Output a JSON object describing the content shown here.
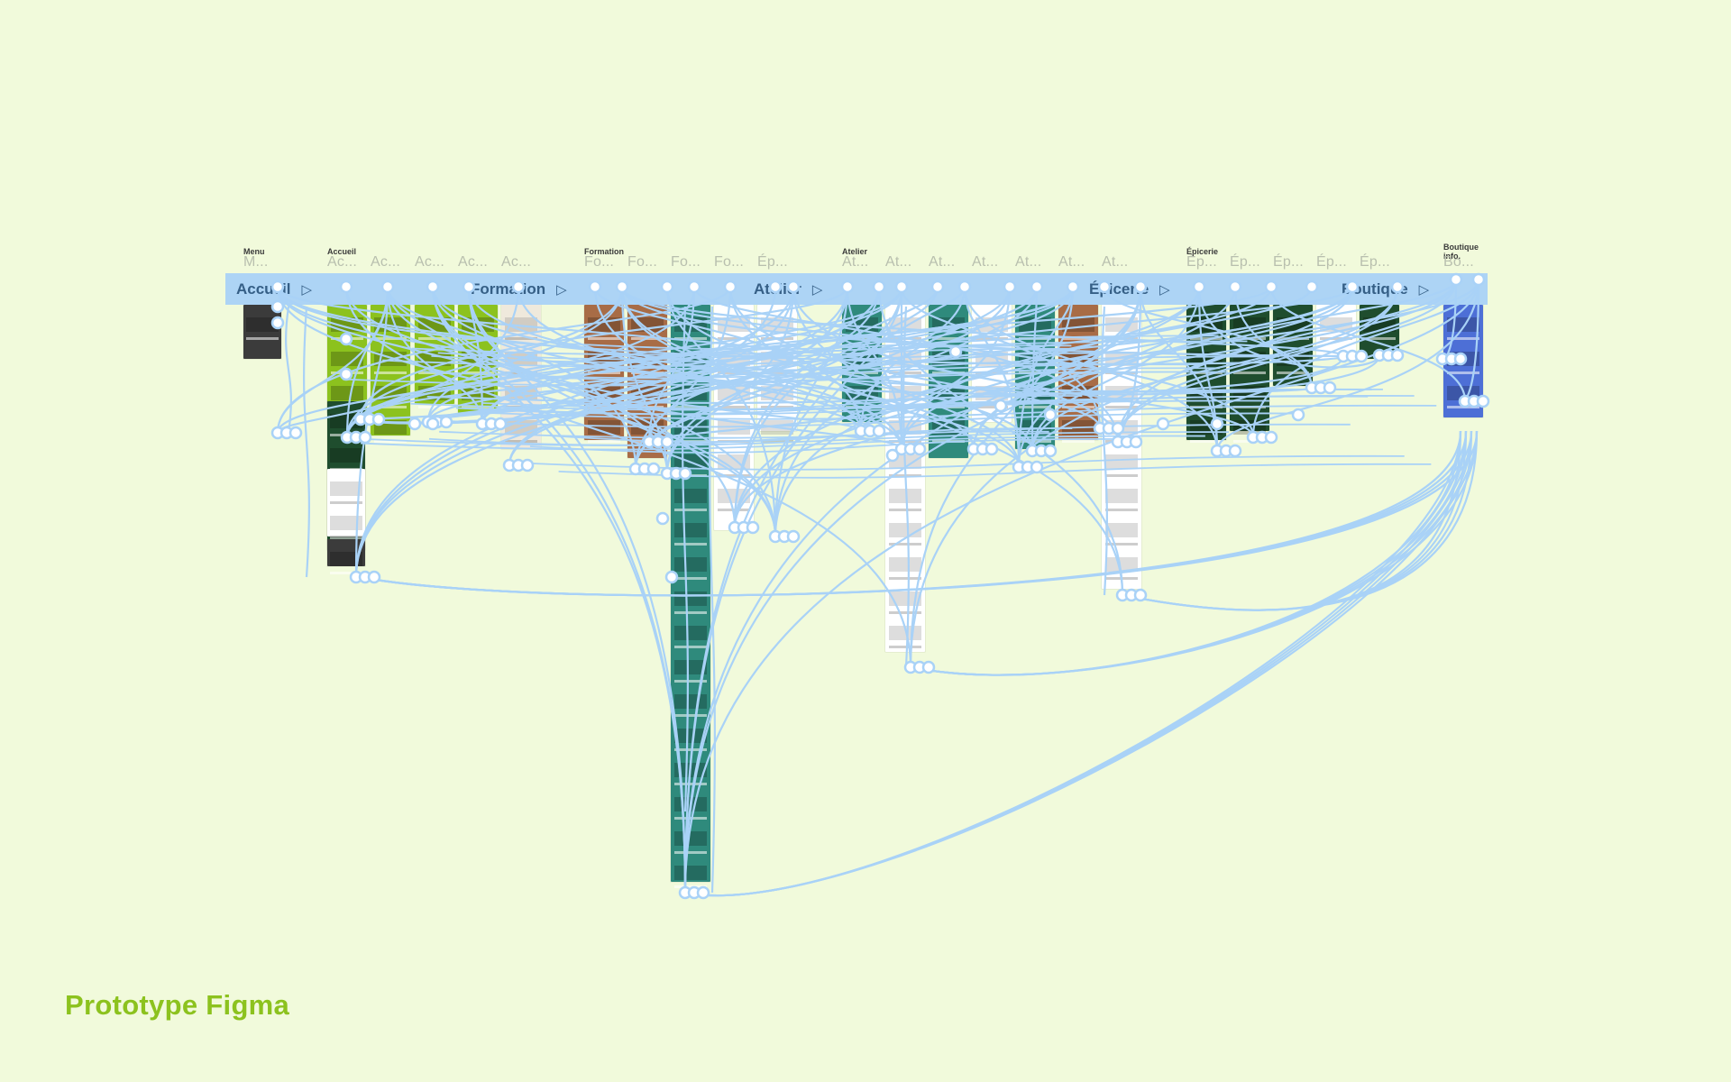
{
  "page": {
    "title": "Prototype Figma",
    "background": "#F1FADB",
    "accent": "#8CC21E",
    "connector_color": "#A9D2F7"
  },
  "sections": [
    {
      "id": "menu",
      "name": "Menu"
    },
    {
      "id": "accueil",
      "name": "Accueil"
    },
    {
      "id": "formation",
      "name": "Formation"
    },
    {
      "id": "atelier",
      "name": "Atelier"
    },
    {
      "id": "epicerie",
      "name": "Épicerie"
    },
    {
      "id": "boutique",
      "name": "Boutique info."
    }
  ],
  "frame_names": [
    "M...",
    "Ac...",
    "Ac...",
    "Ac...",
    "Ac...",
    "Ac...",
    "Fo...",
    "Fo...",
    "Fo...",
    "Fo...",
    "Ép...",
    "At...",
    "At...",
    "At...",
    "At...",
    "At...",
    "At...",
    "At...",
    "Ép...",
    "Ép...",
    "Ép...",
    "Ép...",
    "Ép...",
    "Bo..."
  ],
  "flows": [
    {
      "label": "Accueil",
      "icon": "play-icon"
    },
    {
      "label": "Formation",
      "icon": "play-icon"
    },
    {
      "label": "Atelier",
      "icon": "play-icon"
    },
    {
      "label": "Épicerie",
      "icon": "play-icon"
    },
    {
      "label": "Boutique",
      "icon": "play-icon"
    }
  ],
  "frame_colors": {
    "dark": "#3b3b3b",
    "lime": "#8CC21E",
    "forest": "#1f4d2e",
    "brown": "#a86c46",
    "teal": "#2f8a7c",
    "blue": "#4d6fd6",
    "white": "#ffffff",
    "cream": "#efe9dc"
  }
}
